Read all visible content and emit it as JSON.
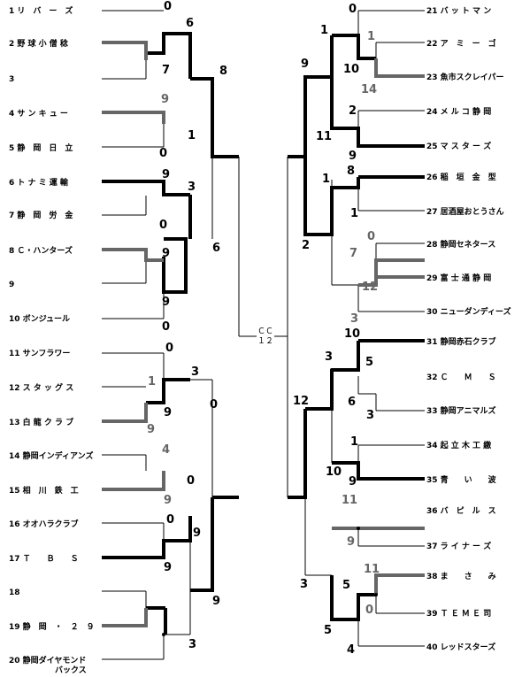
{
  "teams_left": [
    "1 リ　バ　ー　ズ",
    "2 野 球 小 僧 稔",
    "3",
    "4 サ ン キ ュ ー",
    "5 静　岡　日　立",
    "6 ト ナ ミ 運 輸",
    "7 静　岡　労　金",
    "8 Ｃ・ハンターズ",
    "9",
    "10 ボンジュール",
    "11 サンフラワー",
    "12 ス タ ッ グ ス",
    "13 白 龍 ク ラ ブ",
    "14 静岡インディアンズ",
    "15 相　川　鉄　工",
    "16 オオハラクラブ",
    "17 Ｔ　　Ｂ　　Ｓ",
    "18",
    "19 静　岡　・　２　９",
    "20 静岡ダイヤモンド",
    "バックス"
  ],
  "teams_right": [
    "21 バ ッ ト マ ン",
    "22 ア　ミ　ー　ゴ",
    "23 魚市スクレイパー",
    "24 メ ル コ 静 岡",
    "25 マ ス タ ー ズ",
    "26 稲　垣　金　型",
    "27 居酒屋おとうさん",
    "28 静岡セネタース",
    "29 富 士 通 静 岡",
    "30 ニューダンディーズ",
    "31 静岡赤石クラブ",
    "32 Ｃ　　Ｍ　　Ｓ",
    "33 静岡アニマルズ",
    "34 起 立 木 工 繳",
    "35 青　　い　　波",
    "36 バ　ピ　ル　ス",
    "37 ラ イ ナ ー ズ",
    "38 ま　　さ　　み",
    "39 Ｔ Ｅ Ｍ Ｅ 司",
    "40 レッドスターズ"
  ],
  "center_label": [
    "ＣＣ",
    "１２"
  ],
  "scores_black": [
    "0",
    "6",
    "7",
    "8",
    "1",
    "0",
    "9",
    "3",
    "0",
    "6",
    "9",
    "0",
    "0",
    "3",
    "0",
    "9",
    "9",
    "0",
    "9",
    "9",
    "3",
    "9",
    "0",
    "0",
    "1",
    "9",
    "10",
    "2",
    "11",
    "9",
    "8",
    "1",
    "1",
    "2",
    "10",
    "5",
    "3",
    "6",
    "3",
    "1",
    "10",
    "9",
    "12",
    "3",
    "5",
    "5",
    "4"
  ],
  "scores_gray": [
    "9",
    "1",
    "9",
    "4",
    "9",
    "1",
    "14",
    "7",
    "0",
    "12",
    "3",
    "11",
    "9",
    "11",
    "0"
  ],
  "colors": {
    "winner": "#000000",
    "second": "#666666",
    "line": "#000000"
  }
}
